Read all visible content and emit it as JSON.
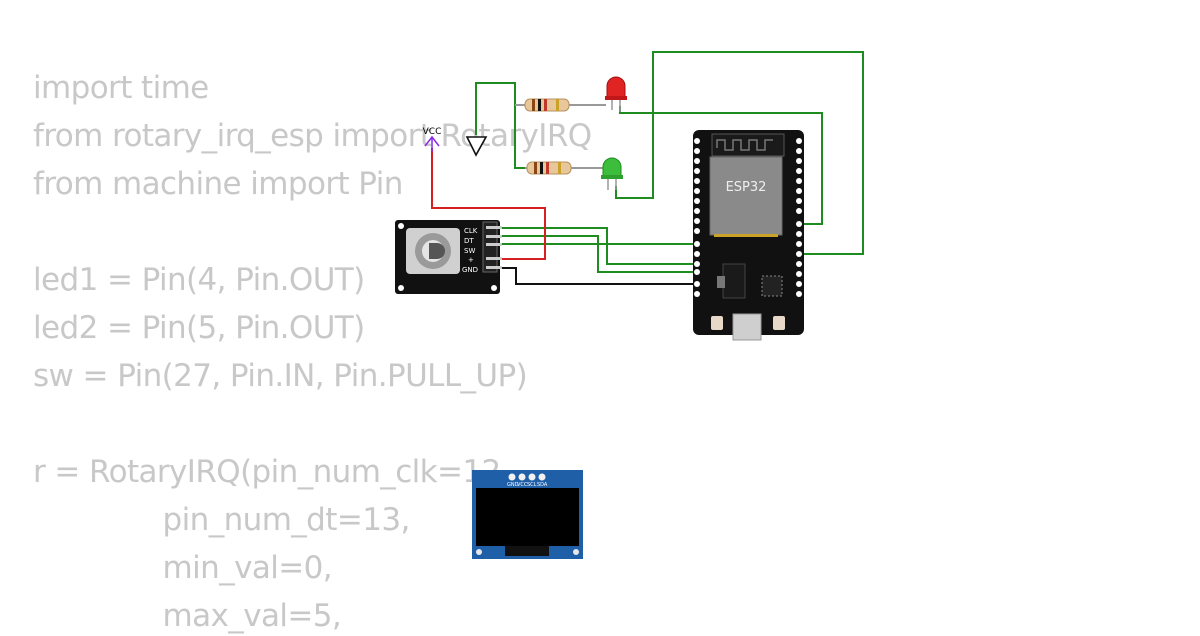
{
  "code": {
    "lines": [
      "import time",
      "from rotary_irq_esp import RotaryIRQ",
      "from machine import Pin",
      "",
      "led1 = Pin(4, Pin.OUT)",
      "led2 = Pin(5, Pin.OUT)",
      "sw = Pin(27, Pin.IN, Pin.PULL_UP)",
      "",
      "r = RotaryIRQ(pin_num_clk=12,",
      "              pin_num_dt=13,",
      "              min_val=0,",
      "              max_val=5,"
    ]
  },
  "circuit": {
    "vcc_label": "VCC",
    "esp32_label": "ESP32",
    "encoder_pins": [
      "CLK",
      "DT",
      "SW",
      "+",
      "GND"
    ],
    "oled_pins": [
      "GND",
      "VCC",
      "SCL",
      "SDA"
    ]
  },
  "colors": {
    "wire_green": "#1e8c1e",
    "wire_red": "#d42020",
    "wire_black": "#111111",
    "vcc_arrow": "#8a2be2",
    "code_text": "#c8c8c8",
    "board": "#111111",
    "oled_board": "#1f5fa8"
  }
}
